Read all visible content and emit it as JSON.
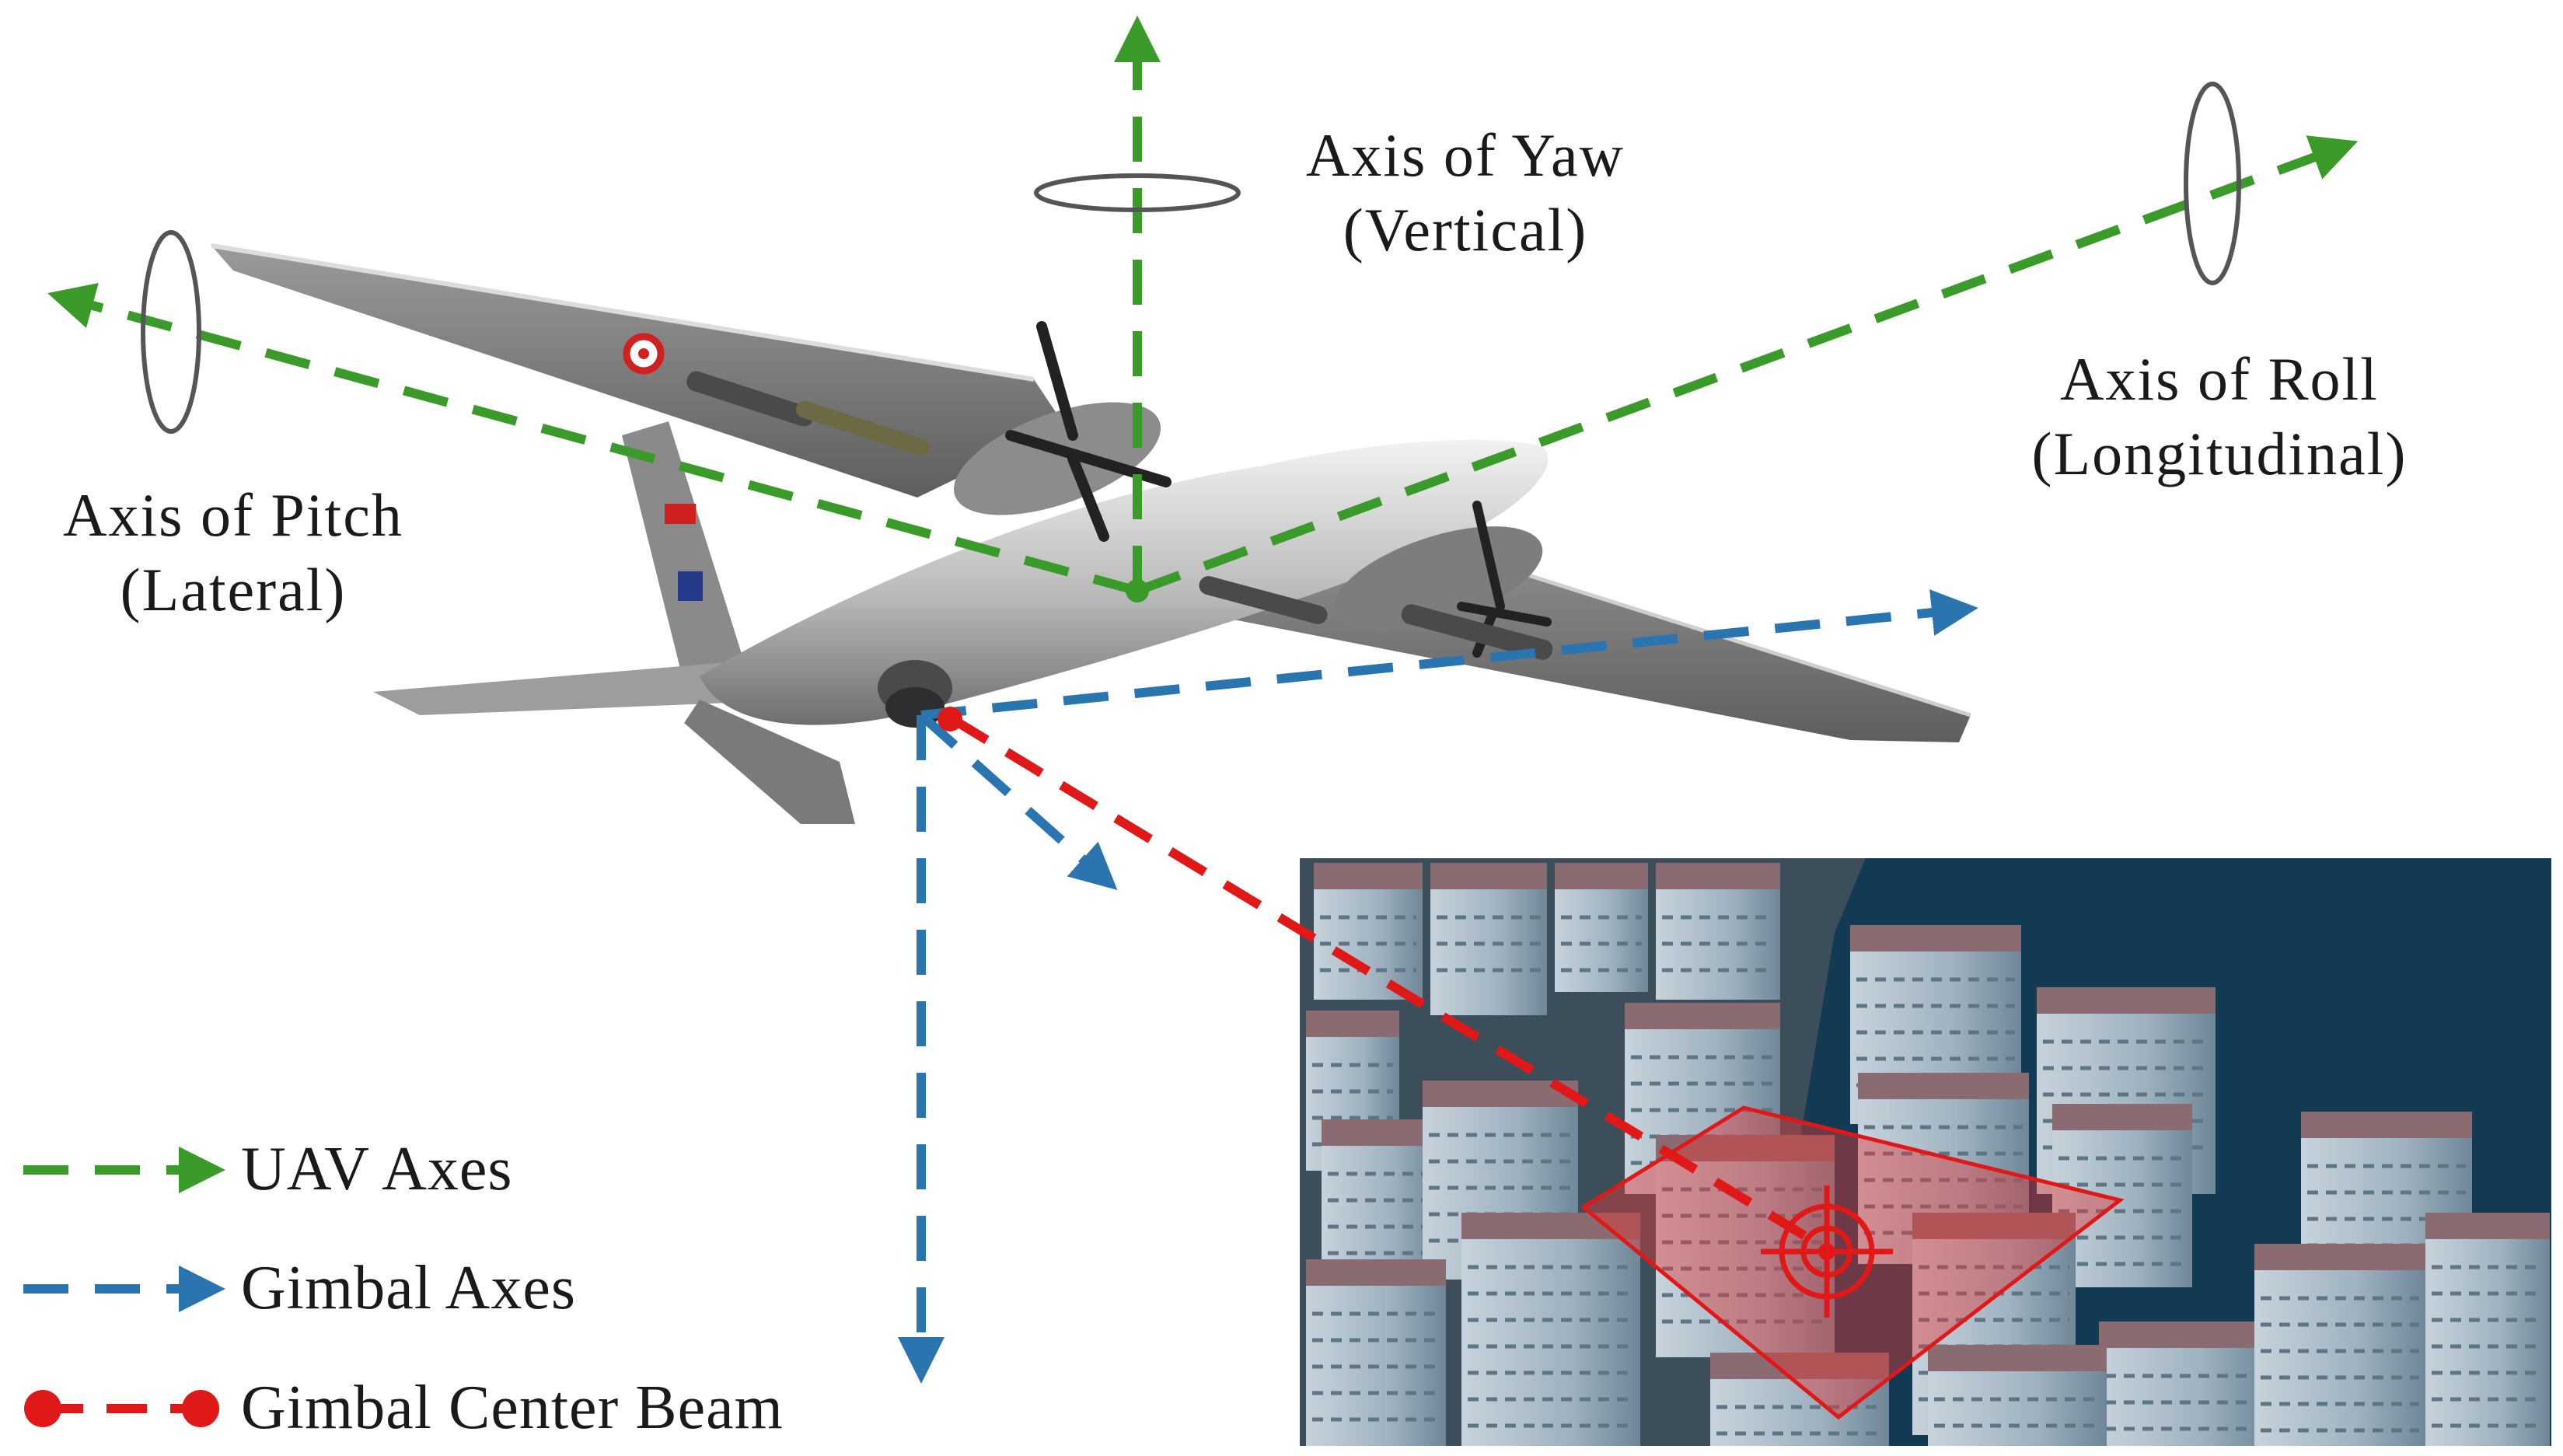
{
  "labels": {
    "yaw": {
      "line1": "Axis of Yaw",
      "line2": "(Vertical)"
    },
    "roll": {
      "line1": "Axis of Roll",
      "line2": "(Longitudinal)"
    },
    "pitch": {
      "line1": "Axis of Pitch",
      "line2": "(Lateral)"
    }
  },
  "legend": {
    "uav_axes": "UAV Axes",
    "gimbal_axes": "Gimbal Axes",
    "gimbal_center_beam": "Gimbal Center Beam"
  },
  "colors": {
    "uav_axes": "#3a9a2a",
    "gimbal_axes": "#2a74b0",
    "gimbal_center_beam": "#e01818",
    "footprint_fill": "#e03a3a",
    "scene_background": "#123a52"
  }
}
